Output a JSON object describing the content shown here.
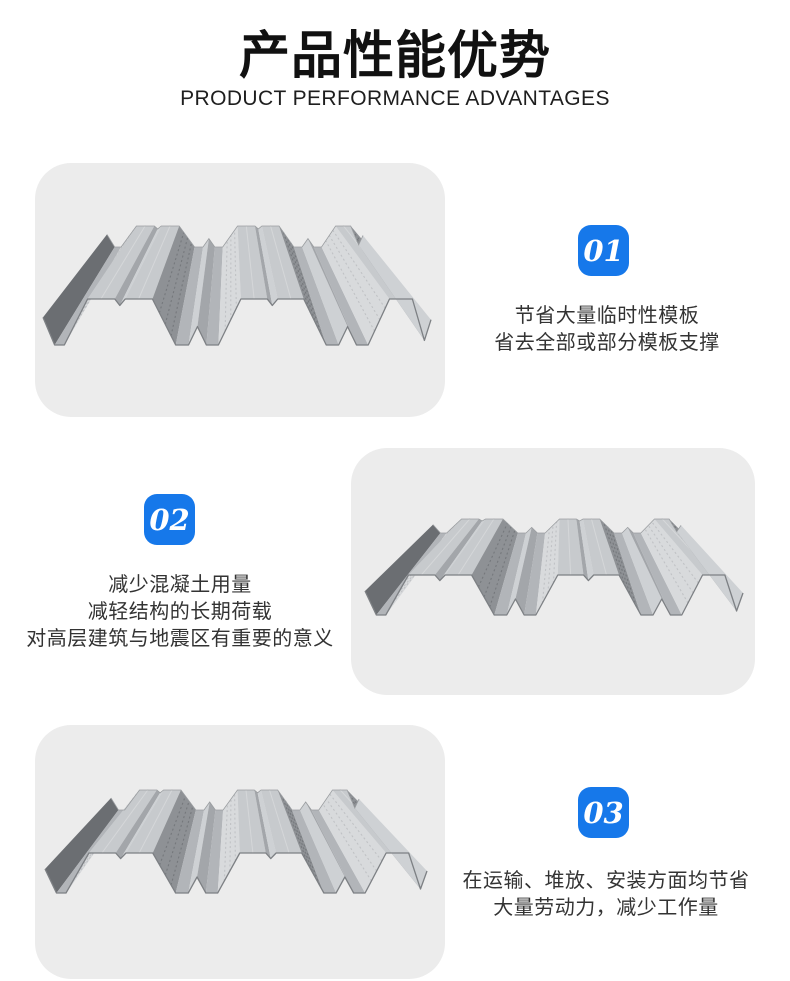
{
  "header": {
    "title": "产品性能优势",
    "subtitle": "PRODUCT PERFORMANCE ADVANTAGES"
  },
  "theme": {
    "accent_blue": "#1678ea",
    "card_gray": "#ececec",
    "text_dark": "#333333",
    "page_background": "#ffffff"
  },
  "sections": [
    {
      "number": "01",
      "image": "steel-floor-deck-render",
      "image_side": "left",
      "lines": [
        "节省大量临时性模板",
        "省去全部或部分模板支撑"
      ]
    },
    {
      "number": "02",
      "image": "steel-floor-deck-render",
      "image_side": "right",
      "lines": [
        "减少混凝土用量",
        "减轻结构的长期荷载",
        "对高层建筑与地震区有重要的意义"
      ]
    },
    {
      "number": "03",
      "image": "steel-floor-deck-render",
      "image_side": "left",
      "lines": [
        "在运输、堆放、安装方面均节省",
        "大量劳动力，减少工作量"
      ]
    }
  ]
}
